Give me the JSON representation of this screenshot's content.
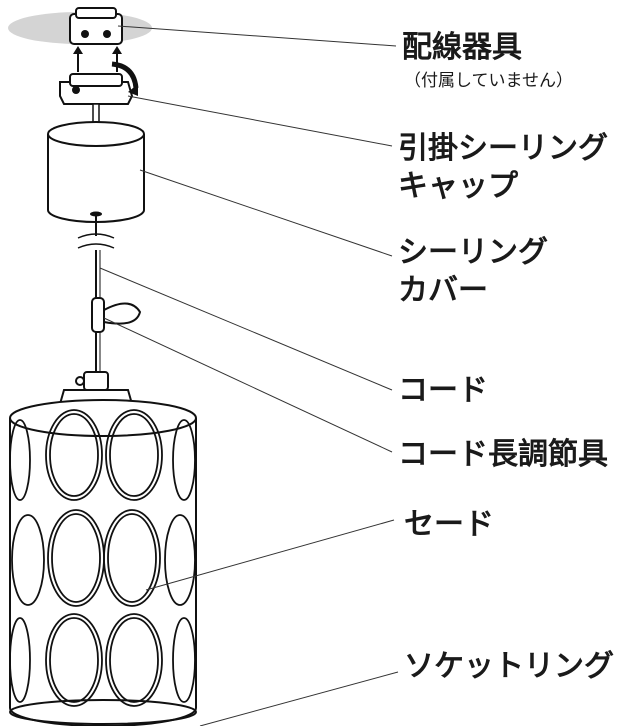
{
  "labels": {
    "wiring": "配線器具",
    "wiring_note": "（付属していません）",
    "hook_cap_1": "引掛シーリング",
    "hook_cap_2": "キャップ",
    "cover_1": "シーリング",
    "cover_2": "カバー",
    "cord": "コード",
    "cord_adjuster": "コード長調節具",
    "shade": "セード",
    "socket_ring": "ソケットリング"
  },
  "colors": {
    "ceiling": "#d4d4d4",
    "line": "#111111",
    "text": "#1a1a1a"
  }
}
